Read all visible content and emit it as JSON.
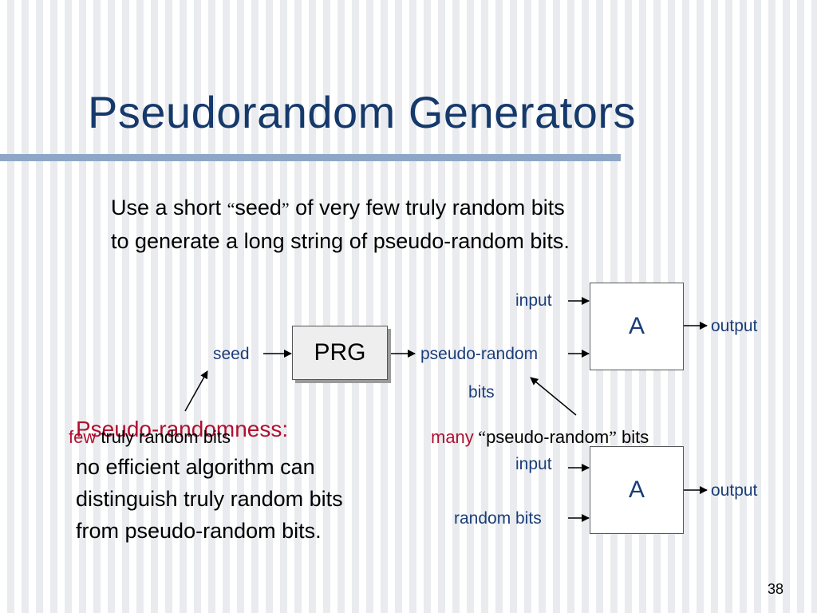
{
  "title": "Pseudorandom Generators",
  "intro": {
    "before": "Use a short ",
    "open_quote": "“",
    "word": "seed",
    "close_quote": "”",
    "after": " of very few truly random bits to generate a long string of pseudo-random bits."
  },
  "diagram_top": {
    "input_label": "input",
    "a_label": "A",
    "output_label": "output",
    "seed_label": "seed",
    "prg_label": "PRG",
    "pseudo_random_label": "pseudo-random",
    "bits_label": "bits"
  },
  "annotations": {
    "pseudo_randomness_heading": "Pseudo-randomness:",
    "few_word": "few",
    "truly_random_bits": " truly random bits",
    "many_word": "many",
    "many_open_quote": " “",
    "many_middle": "pseudo-random",
    "many_close_quote": "”",
    "many_tail": " bits"
  },
  "diagram_bottom": {
    "input_label": "input",
    "a_label": "A",
    "output_label": "output",
    "random_bits_label": "random bits"
  },
  "note": "no efficient algorithm can distinguish truly random bits from pseudo-random bits.",
  "page_number": "38",
  "colors": {
    "title": "#16396b",
    "label": "#1a3d78",
    "accent_red": "#b01030",
    "rule": "#8ea7c6"
  }
}
